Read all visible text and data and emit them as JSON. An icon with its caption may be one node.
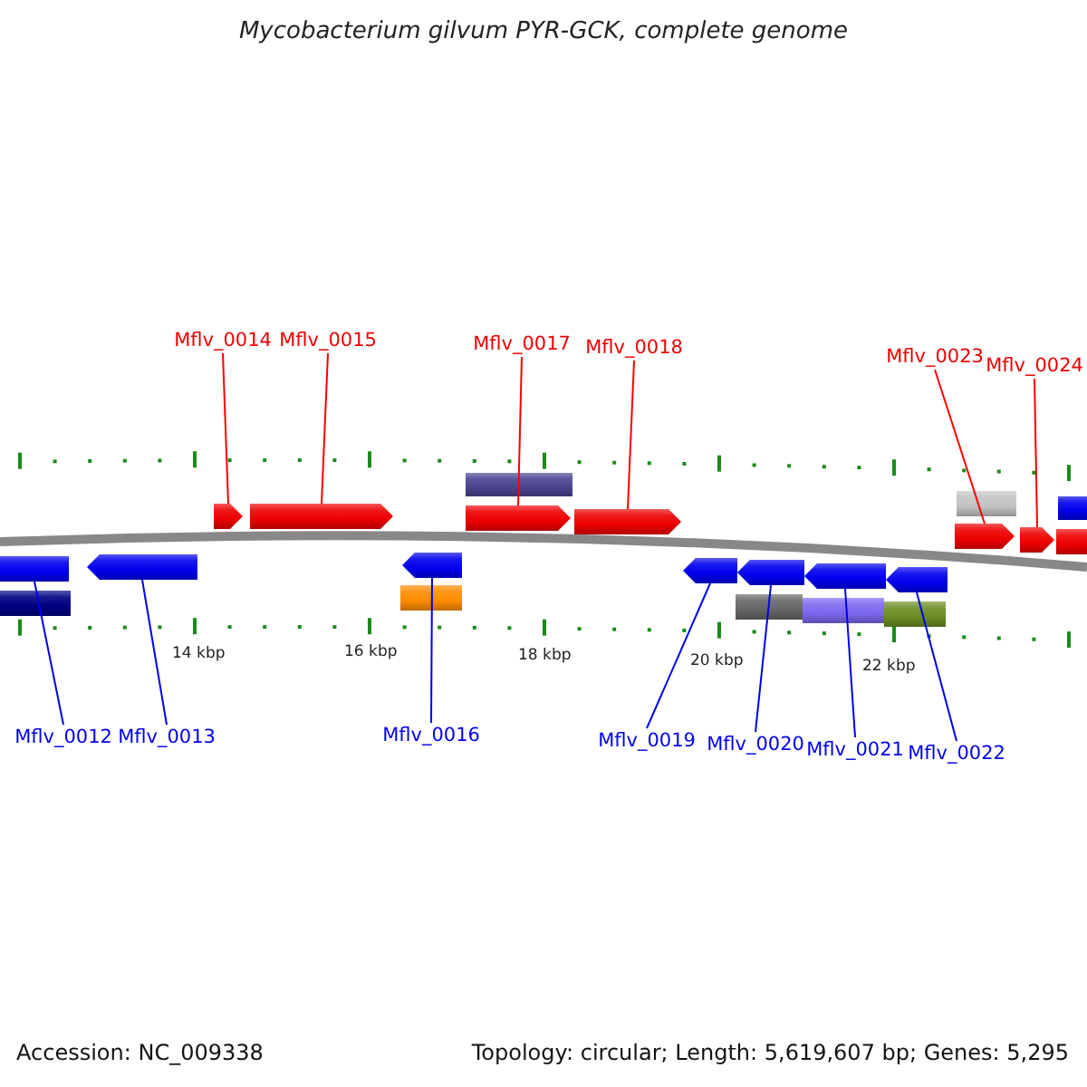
{
  "diagram": {
    "title": "Mycobacterium gilvum PYR-GCK, complete genome",
    "nodes": [
      {
        "text": [
          "Mflv_0014"
        ]
      },
      {
        "text": [
          "Mflv_0015"
        ]
      },
      {
        "text": [
          "Mflv_0017"
        ]
      },
      {
        "text": [
          "Mflv_0018"
        ]
      },
      {
        "text": [
          "Mflv_0023"
        ]
      },
      {
        "text": [
          "Mflv_0024"
        ]
      },
      {
        "text": [],
        "shape": "bar"
      },
      {
        "text": [],
        "shape": "bar"
      },
      {
        "text": [],
        "shape": "bar"
      },
      {
        "text": [],
        "shape": "pentagon"
      },
      {
        "text": [],
        "shape": "pentagon"
      },
      {
        "text": [],
        "shape": "pentagon"
      },
      {
        "text": [],
        "shape": "pentagon"
      },
      {
        "text": [],
        "shape": "pentagon"
      },
      {
        "text": [],
        "shape": "pentagon"
      },
      {
        "text": [],
        "shape": "bar"
      },
      {
        "text": [],
        "shape": "bar"
      },
      {
        "text": [],
        "shape": "pentagon"
      },
      {
        "text": [],
        "shape": "pentagon"
      },
      {
        "text": [],
        "shape": "pentagon"
      },
      {
        "text": [],
        "shape": "pentagon"
      },
      {
        "text": [],
        "shape": "pentagon"
      },
      {
        "text": [],
        "shape": "pentagon"
      },
      {
        "text": [],
        "shape": "bar"
      },
      {
        "text": [],
        "shape": "bar"
      },
      {
        "text": [],
        "shape": "bar"
      },
      {
        "text": [],
        "shape": "bar"
      },
      {
        "text": [],
        "shape": "bar"
      },
      {
        "text": [
          "Mflv_0012"
        ]
      },
      {
        "text": [
          "Mflv_0013"
        ]
      },
      {
        "text": [
          "Mflv_0016"
        ]
      },
      {
        "text": [
          "Mflv_0019"
        ]
      },
      {
        "text": [
          "Mflv_0020"
        ]
      },
      {
        "text": [
          "Mflv_0021"
        ]
      },
      {
        "text": [
          "Mflv_0022"
        ]
      }
    ],
    "edges": [
      {
        "from": 0,
        "to": 9,
        "arrow": "none",
        "color": "#ff0000"
      },
      {
        "from": 1,
        "to": 10,
        "arrow": "none",
        "color": "#ff0000"
      },
      {
        "from": 2,
        "to": 11,
        "arrow": "none",
        "color": "#ff0000"
      },
      {
        "from": 3,
        "to": 12,
        "arrow": "none",
        "color": "#ff0000"
      },
      {
        "from": 4,
        "to": 13,
        "arrow": "none",
        "color": "#ff0000"
      },
      {
        "from": 5,
        "to": 14,
        "arrow": "none",
        "color": "#ff0000"
      },
      {
        "from": 28,
        "to": 16,
        "arrow": "none"
      },
      {
        "from": 29,
        "to": 17,
        "arrow": "none"
      },
      {
        "from": 30,
        "to": 18,
        "arrow": "none"
      },
      {
        "from": 31,
        "to": 19,
        "arrow": "none"
      },
      {
        "from": 32,
        "to": 20,
        "arrow": "none"
      },
      {
        "from": 33,
        "to": 21,
        "arrow": "none"
      },
      {
        "from": 34,
        "to": 22,
        "arrow": "none"
      }
    ],
    "labels": [
      "14 kbp",
      "16 kbp",
      "18 kbp",
      "20 kbp",
      "22 kbp",
      "Accession: NC_009338",
      "Topology: circular; Length: 5,619,607 bp; Genes: 5,295"
    ]
  }
}
